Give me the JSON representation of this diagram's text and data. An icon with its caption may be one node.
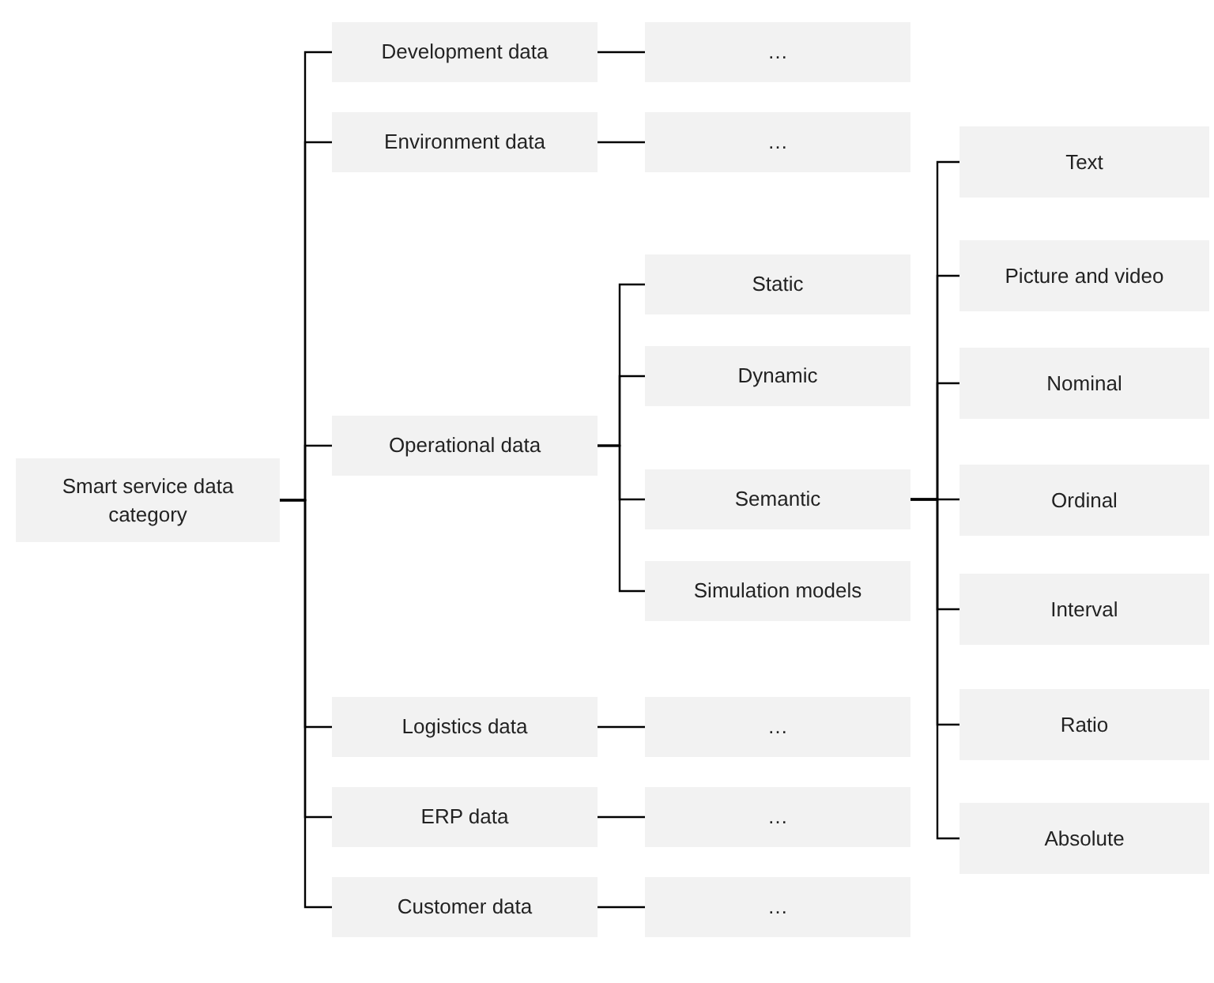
{
  "diagram": {
    "nodes": [
      {
        "text": [
          "Smart service data category"
        ]
      },
      {
        "text": [
          "Development data"
        ]
      },
      {
        "text": [
          "…"
        ]
      },
      {
        "text": [
          "Environment data"
        ]
      },
      {
        "text": [
          "…"
        ]
      },
      {
        "text": [
          "Operational data"
        ]
      },
      {
        "text": [
          "Static"
        ]
      },
      {
        "text": [
          "Dynamic"
        ]
      },
      {
        "text": [
          "Semantic"
        ]
      },
      {
        "text": [
          "Text"
        ]
      },
      {
        "text": [
          "Picture and video"
        ]
      },
      {
        "text": [
          "Nominal"
        ]
      },
      {
        "text": [
          "Ordinal"
        ]
      },
      {
        "text": [
          "Interval"
        ]
      },
      {
        "text": [
          "Ratio"
        ]
      },
      {
        "text": [
          "Absolute"
        ]
      },
      {
        "text": [
          "Simulation models"
        ]
      },
      {
        "text": [
          "Logistics data"
        ]
      },
      {
        "text": [
          "…"
        ]
      },
      {
        "text": [
          "ERP data"
        ]
      },
      {
        "text": [
          "…"
        ]
      },
      {
        "text": [
          "Customer data"
        ]
      },
      {
        "text": [
          "…"
        ]
      }
    ],
    "edges": [
      {
        "from": 0,
        "to": 1,
        "arrow": "none"
      },
      {
        "from": 0,
        "to": 3,
        "arrow": "none"
      },
      {
        "from": 0,
        "to": 5,
        "arrow": "none"
      },
      {
        "from": 0,
        "to": 17,
        "arrow": "none"
      },
      {
        "from": 0,
        "to": 19,
        "arrow": "none"
      },
      {
        "from": 0,
        "to": 21,
        "arrow": "none"
      },
      {
        "from": 1,
        "to": 2,
        "arrow": "none"
      },
      {
        "from": 3,
        "to": 4,
        "arrow": "none"
      },
      {
        "from": 5,
        "to": 6,
        "arrow": "none"
      },
      {
        "from": 5,
        "to": 7,
        "arrow": "none"
      },
      {
        "from": 5,
        "to": 8,
        "arrow": "none"
      },
      {
        "from": 5,
        "to": 16,
        "arrow": "none"
      },
      {
        "from": 8,
        "to": 9,
        "arrow": "none"
      },
      {
        "from": 8,
        "to": 10,
        "arrow": "none"
      },
      {
        "from": 8,
        "to": 11,
        "arrow": "none"
      },
      {
        "from": 8,
        "to": 12,
        "arrow": "none"
      },
      {
        "from": 8,
        "to": 13,
        "arrow": "none"
      },
      {
        "from": 8,
        "to": 14,
        "arrow": "none"
      },
      {
        "from": 8,
        "to": 15,
        "arrow": "none"
      },
      {
        "from": 17,
        "to": 18,
        "arrow": "none"
      },
      {
        "from": 19,
        "to": 20,
        "arrow": "none"
      },
      {
        "from": 21,
        "to": 22,
        "arrow": "none"
      }
    ]
  }
}
